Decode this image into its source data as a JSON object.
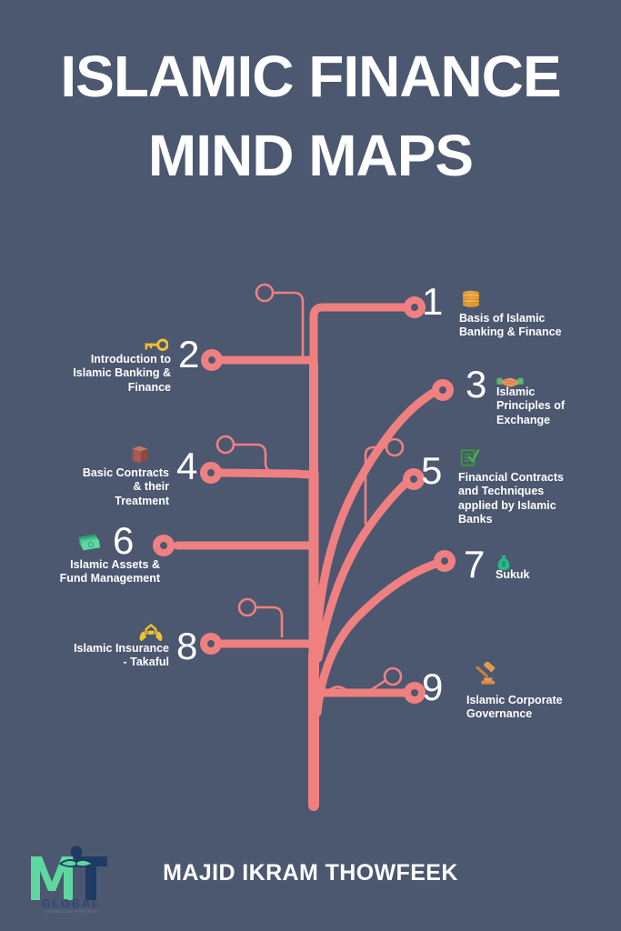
{
  "poster": {
    "background_color": "#4c5770",
    "accent_color": "#f08080",
    "text_color": "#ffffff"
  },
  "title": {
    "line1": "ISLAMIC FINANCE",
    "line2": "MIND MAPS"
  },
  "footer": {
    "author": "MAJID IKRAM THOWFEEK",
    "logo_mark": "MT",
    "logo_word": "GLOBAL"
  },
  "branches": [
    {
      "number": "1",
      "label": "Basis of Islamic\nBanking & Finance",
      "side": "right",
      "icon": "books-stack-icon",
      "icon_color": "#e8a33d"
    },
    {
      "number": "2",
      "label": "Introduction to\nIslamic Banking &\nFinance",
      "side": "left",
      "icon": "key-icon",
      "icon_color": "#f2c12e"
    },
    {
      "number": "3",
      "label": "Islamic\nPrinciples of\nExchange",
      "side": "right",
      "icon": "handshake-icon",
      "icon_color": "#e8955a"
    },
    {
      "number": "4",
      "label": "Basic Contracts\n& their\nTreatment",
      "side": "left",
      "icon": "book-icon",
      "icon_color": "#a85c52"
    },
    {
      "number": "5",
      "label": "Financial Contracts\nand Techniques\napplied by Islamic\nBanks",
      "side": "right",
      "icon": "contract-check-icon",
      "icon_color": "#3a9a3a"
    },
    {
      "number": "6",
      "label": "Islamic Assets &\nFund Management",
      "side": "left",
      "icon": "banknotes-icon",
      "icon_color": "#3fc08a"
    },
    {
      "number": "7",
      "label": "Sukuk",
      "side": "right",
      "icon": "money-bag-icon",
      "icon_color": "#2bb98a"
    },
    {
      "number": "8",
      "label": "Islamic Insurance\n- Takaful",
      "side": "left",
      "icon": "hands-house-icon",
      "icon_color": "#f2c12e"
    },
    {
      "number": "9",
      "label": "Islamic Corporate\nGovernance",
      "side": "right",
      "icon": "gavel-icon",
      "icon_color": "#d98a4a"
    }
  ]
}
